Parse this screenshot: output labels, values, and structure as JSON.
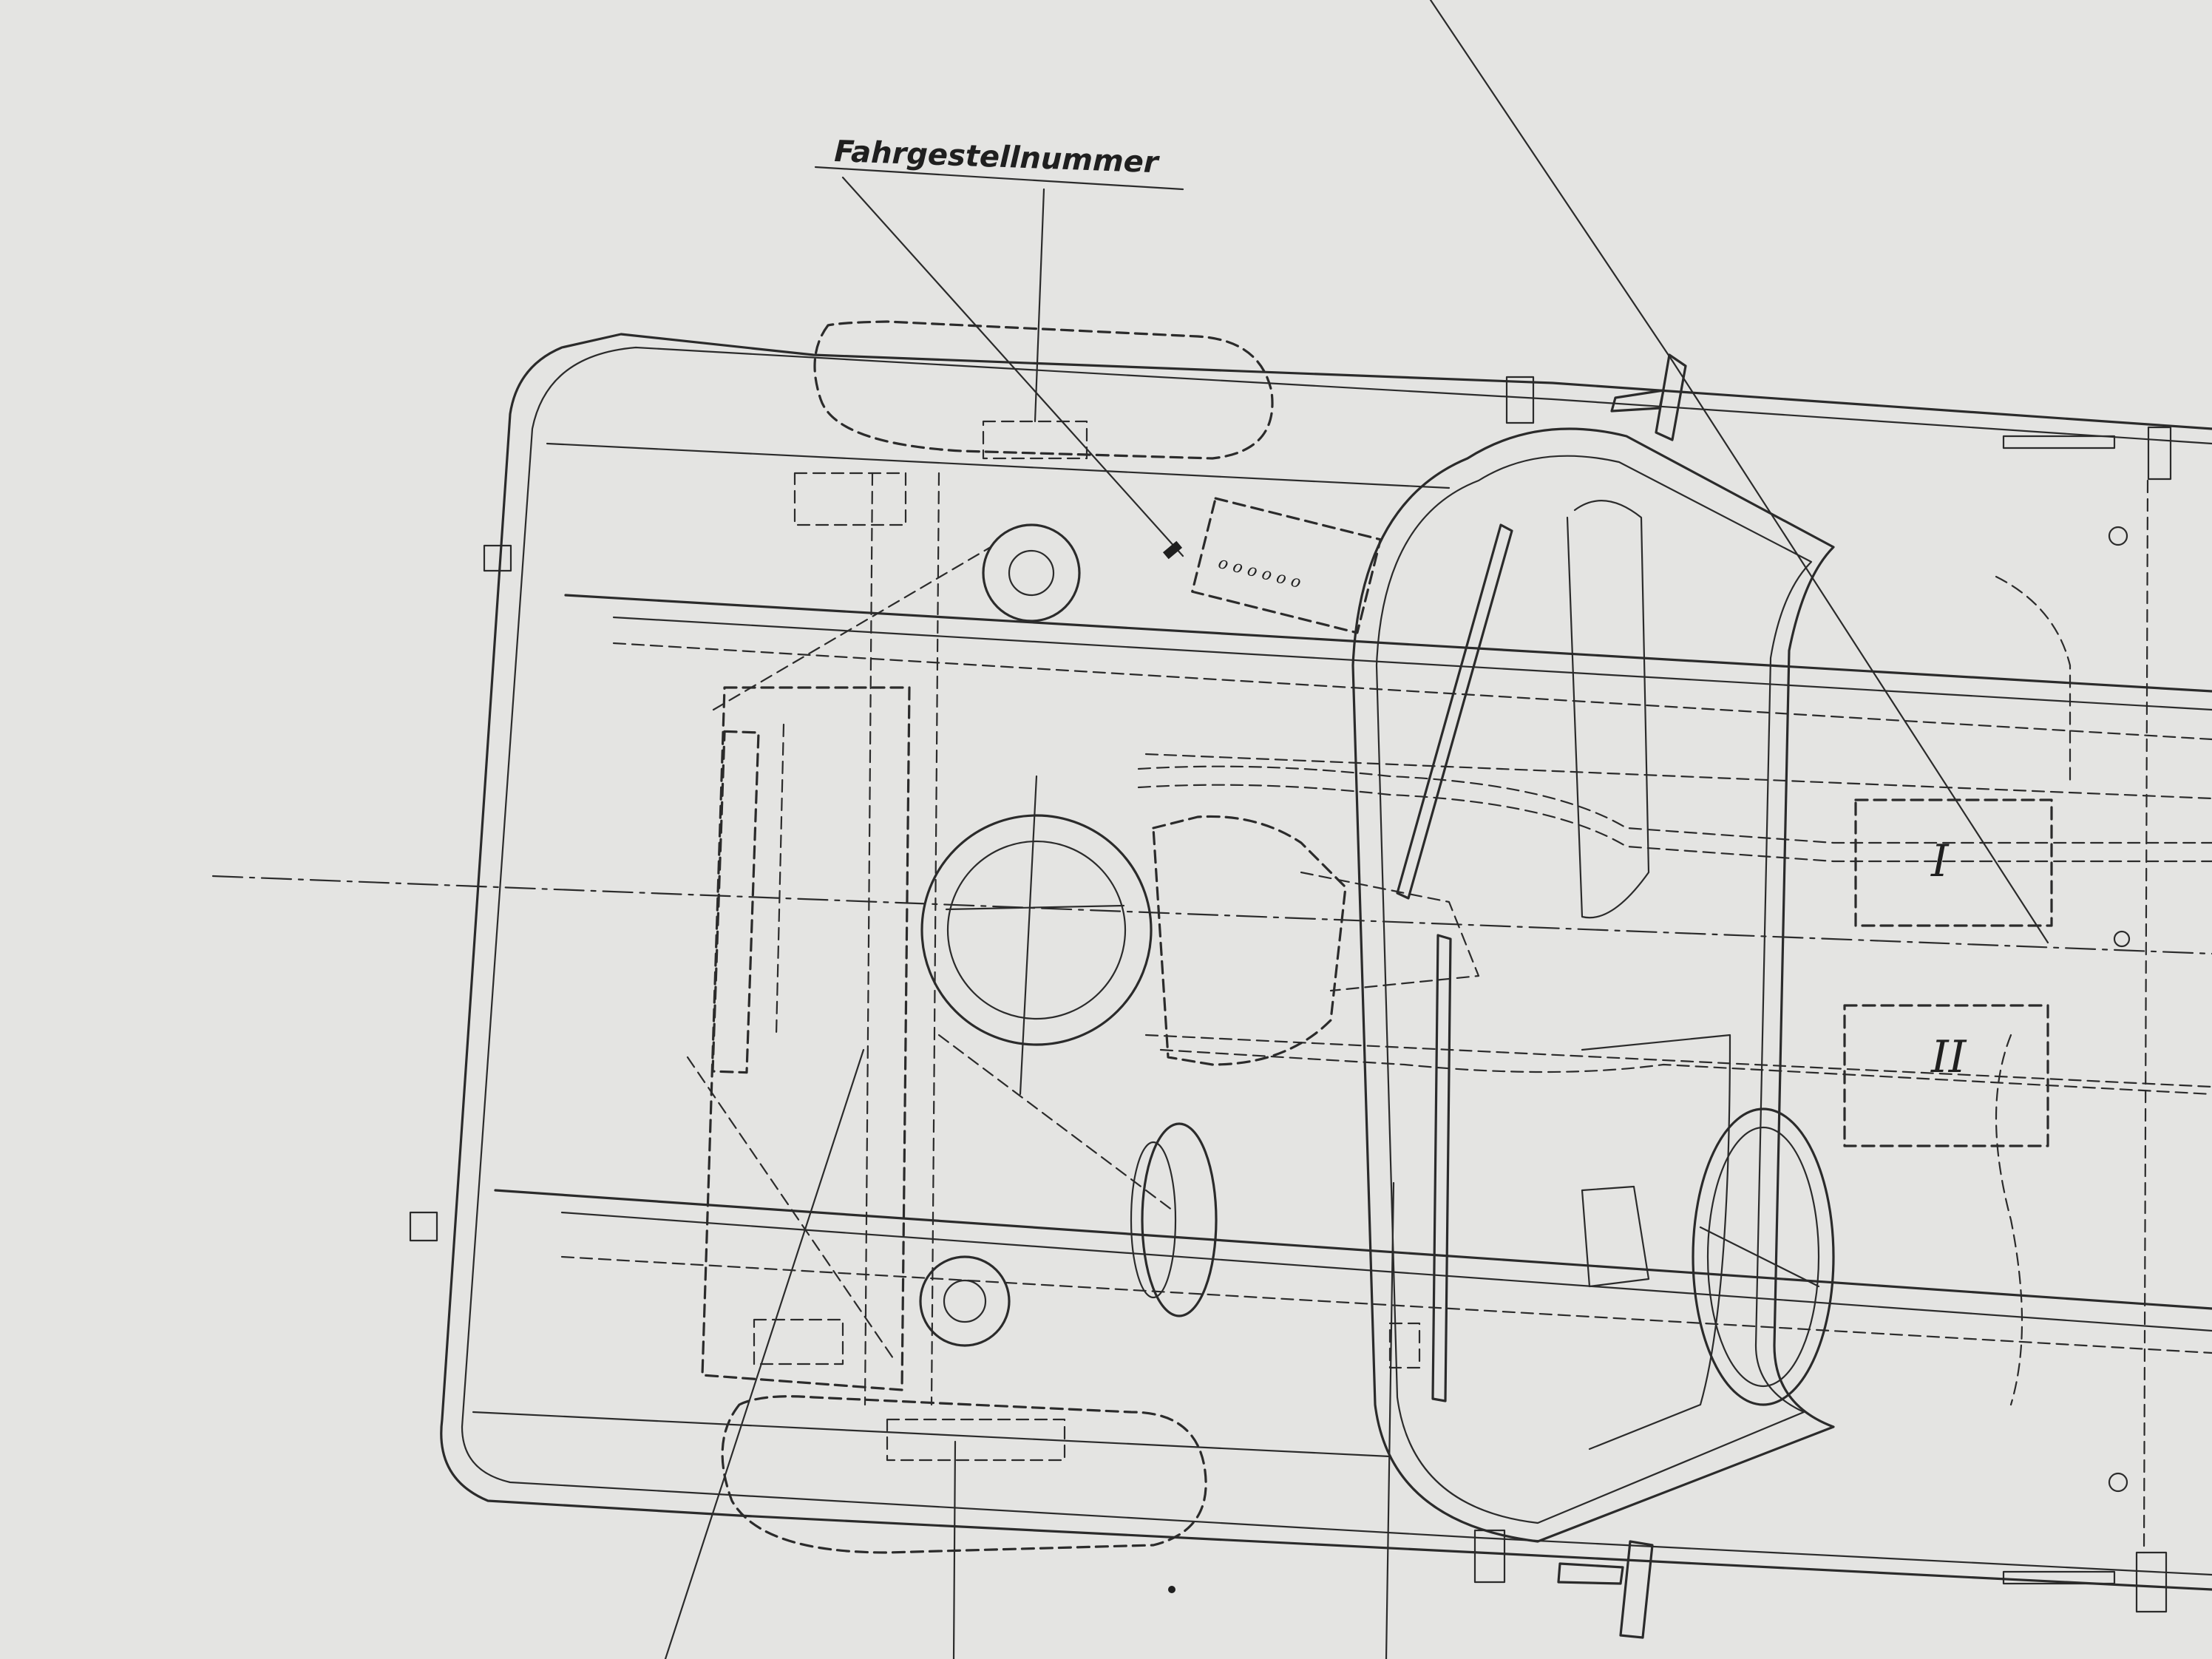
{
  "labels": {
    "chassis_number": "Fahrgestellnummer",
    "zone_one": "I",
    "zone_two": "II"
  },
  "colors": {
    "paper": "#e4e4e2",
    "ink": "#2b2b2b"
  }
}
